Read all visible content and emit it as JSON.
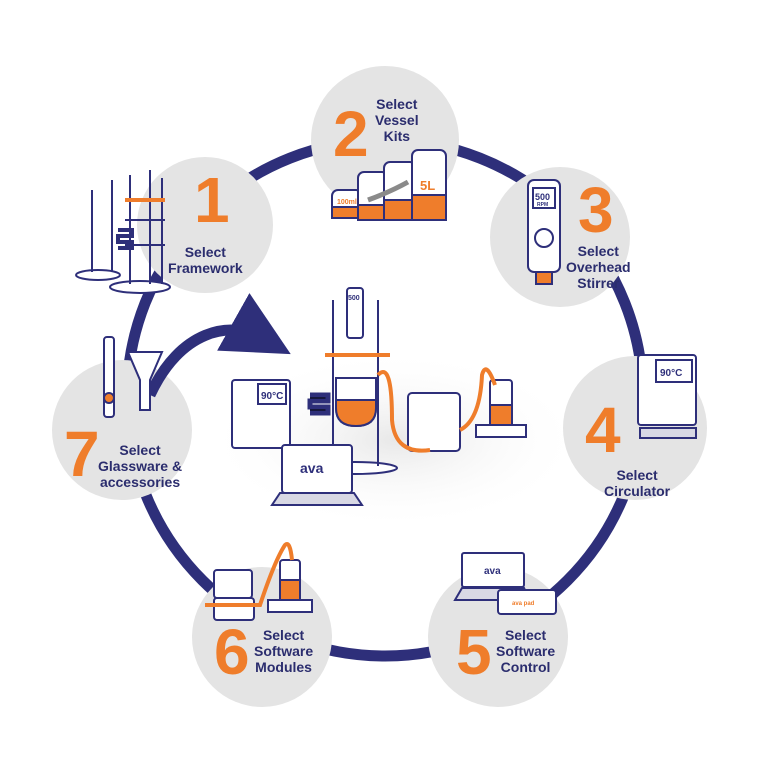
{
  "colors": {
    "ring": "#2e2f7a",
    "number": "#ef7d2b",
    "label": "#2b2d6e",
    "circle": "#e4e4e4",
    "accent": "#ef7d2b"
  },
  "steps": [
    {
      "number": "1",
      "label": [
        "Select",
        "Framework"
      ]
    },
    {
      "number": "2",
      "label": [
        "Select",
        "Vessel",
        "Kits"
      ]
    },
    {
      "number": "3",
      "label": [
        "Select",
        "Overhead",
        "Stirrer"
      ]
    },
    {
      "number": "4",
      "label": [
        "Select",
        "Circulator"
      ]
    },
    {
      "number": "5",
      "label": [
        "Select",
        "Software",
        "Control"
      ]
    },
    {
      "number": "6",
      "label": [
        "Select",
        "Software",
        "Modules"
      ]
    },
    {
      "number": "7",
      "label": [
        "Select",
        "Glassware &",
        "accessories"
      ]
    }
  ],
  "illustrations": {
    "vessel_small": "100ml",
    "vessel_large": "5L",
    "stirrer_speed": "500",
    "stirrer_unit": "RPM",
    "circulator_temp": "90°C",
    "software_logo": "ava",
    "tablet_logo": "ava pad"
  }
}
